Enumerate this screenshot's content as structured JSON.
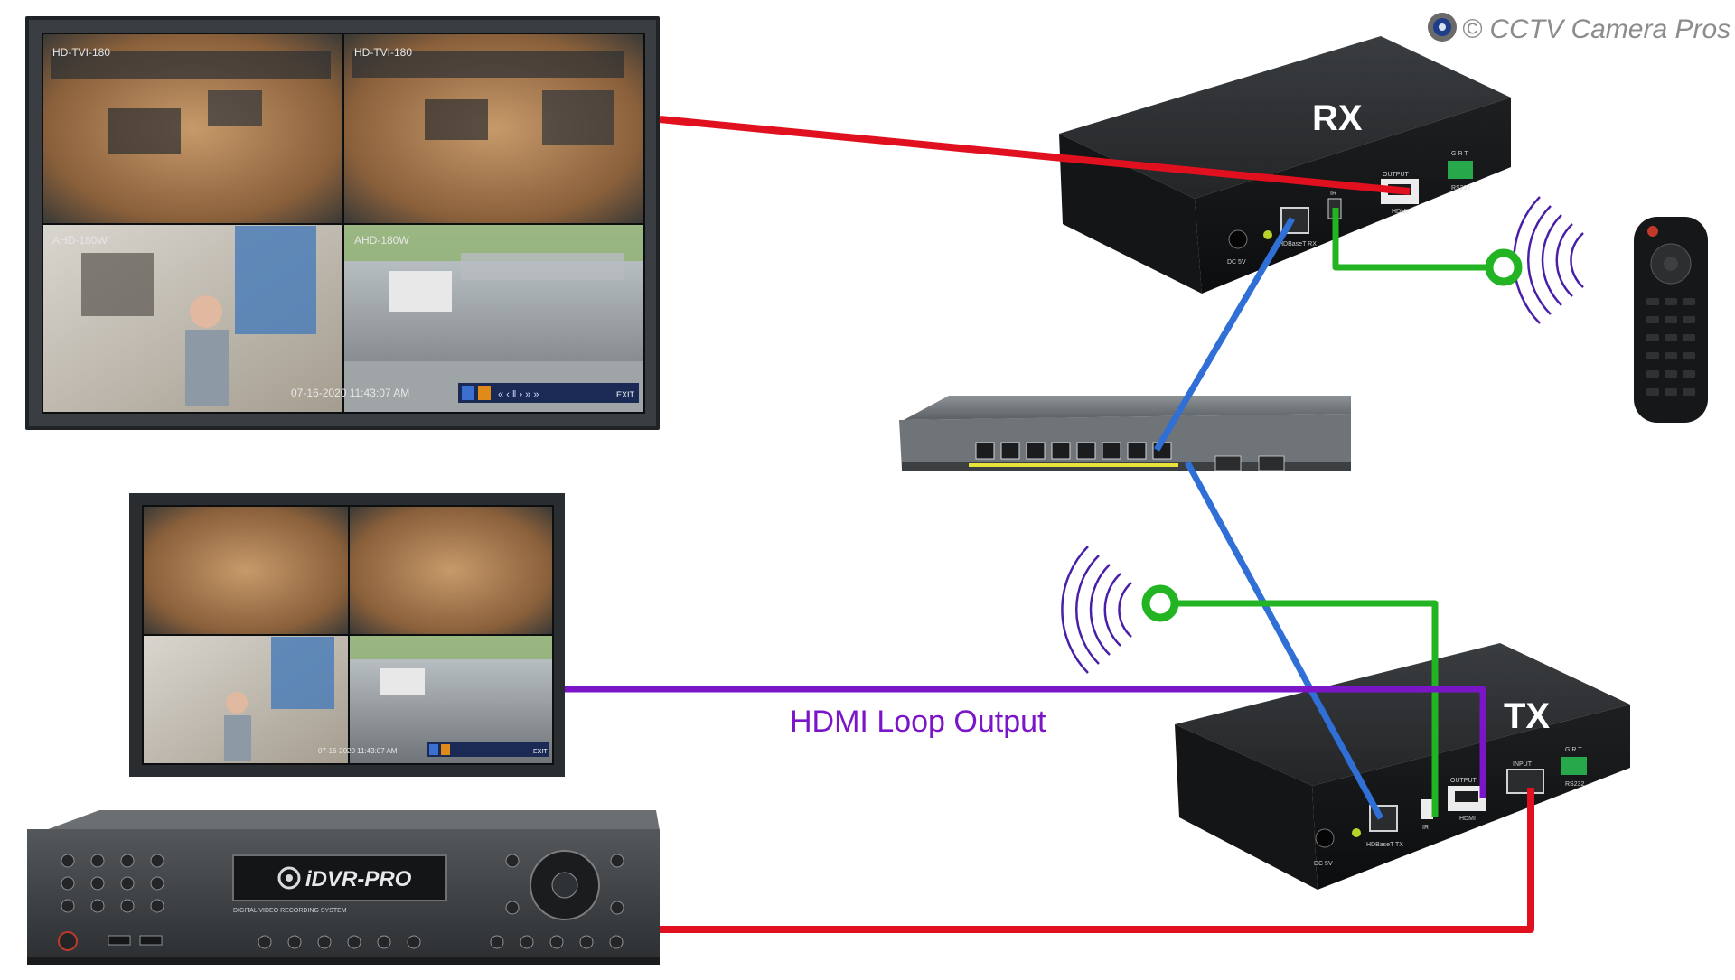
{
  "watermark": {
    "text": "© CCTV Camera Pros",
    "icon": "camera-lens-logo-icon"
  },
  "monitors": {
    "large": {
      "cameras": [
        {
          "label": "HD-TVI-180",
          "scene": "office-room-fisheye"
        },
        {
          "label": "HD-TVI-180",
          "scene": "office-room-fisheye"
        },
        {
          "label": "AHD-180W",
          "scene": "person-waving-office"
        },
        {
          "label": "AHD-180W",
          "scene": "parking-lot"
        }
      ],
      "timestamp": "07-16-2020 11:43:07 AM",
      "toolbar_exit": "EXIT"
    },
    "small": {
      "timestamp": "07-16-2020 11:43:07 AM",
      "toolbar_exit": "EXIT"
    }
  },
  "devices": {
    "rx": {
      "title": "RX",
      "port_labels": {
        "dc": "DC 5V",
        "hdbaset": "HDBaseT RX",
        "ir": "IR",
        "hdmi_out": "OUTPUT",
        "hdmi": "HDMI",
        "serial": "G R T",
        "rs232": "RS232"
      }
    },
    "tx": {
      "title": "TX",
      "port_labels": {
        "dc": "DC 5V",
        "hdbaset": "HDBaseT TX",
        "ir": "IR",
        "hdmi_out": "OUTPUT",
        "hdmi": "HDMI",
        "hdmi_in": "INPUT",
        "serial": "G R T",
        "rs232": "RS232"
      }
    },
    "dvr": {
      "brand": "iDVR-PRO",
      "subtitle": "DIGITAL VIDEO RECORDING SYSTEM"
    },
    "switch": {
      "name": "network-switch"
    },
    "remote": {
      "name": "ir-remote-control"
    }
  },
  "connections": {
    "hdmi_loop_label": "HDMI Loop Output",
    "colors": {
      "hdmi": "#e0101e",
      "network": "#2f6fd6",
      "ir": "#22b422",
      "loop": "#7a16c8",
      "waves": "#4a1fa8"
    }
  }
}
